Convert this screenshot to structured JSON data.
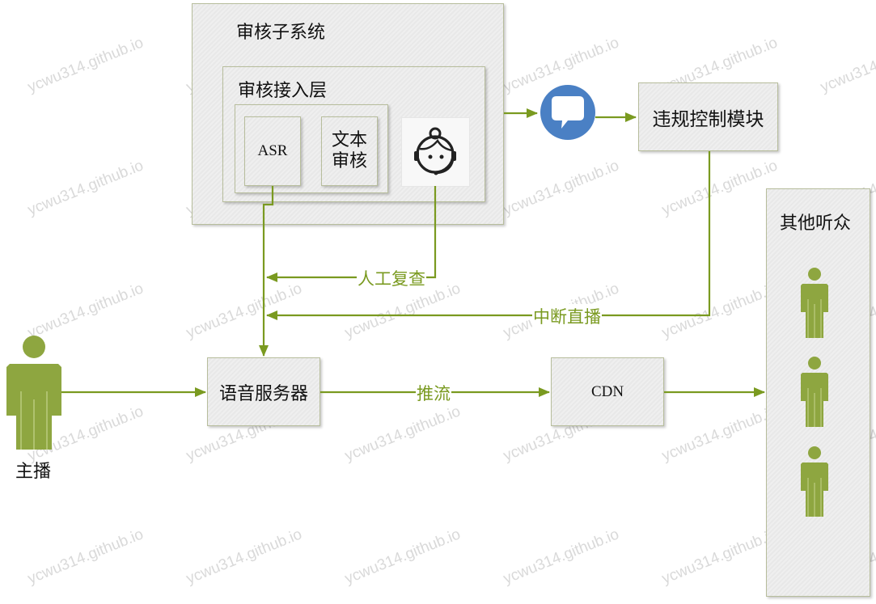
{
  "diagram": {
    "review_subsystem": {
      "title": "审核子系统"
    },
    "review_access_layer": {
      "title": "审核接入层"
    },
    "asr_box": {
      "label": "ASR"
    },
    "text_review_box": {
      "label_line1": "文本",
      "label_line2": "审核"
    },
    "human_reviewer_icon": {
      "icon": "headset-agent-icon"
    },
    "message_icon": {
      "icon": "chat-bubble-icon",
      "color": "#4a80c4"
    },
    "violation_control": {
      "label": "违规控制模块"
    },
    "voice_server": {
      "label": "语音服务器"
    },
    "cdn": {
      "label": "CDN"
    },
    "broadcaster": {
      "label": "主播",
      "icon": "person-icon"
    },
    "audience": {
      "title": "其他听众",
      "count": 3,
      "icon": "person-icon"
    },
    "edges": {
      "manual_review": "人工复查",
      "interrupt_live": "中断直播",
      "push_stream": "推流"
    },
    "colors": {
      "line": "#7a9a20",
      "person": "#8ea640",
      "box_border": "#b7bd9c"
    },
    "watermark": "ycwu314.github.io"
  }
}
